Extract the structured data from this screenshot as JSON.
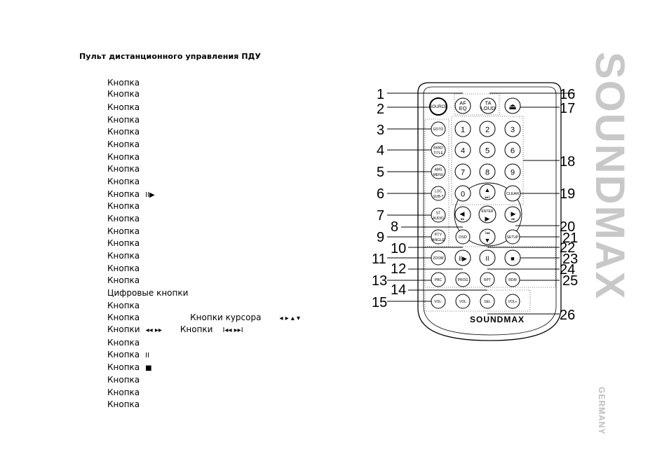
{
  "heading": "Пульт дистанционного управления   ПДУ",
  "rows": [
    {
      "left": "Кнопка"
    },
    {
      "left": "Кнопка"
    },
    {
      "left": "Кнопка"
    },
    {
      "left": "Кнопка"
    },
    {
      "left": "Кнопка"
    },
    {
      "left": "Кнопка"
    },
    {
      "left": "Кнопка"
    },
    {
      "left": "Кнопка"
    },
    {
      "left": "Кнопка"
    },
    {
      "left": "Кнопка",
      "sym": "II▶"
    },
    {
      "left": "Кнопка"
    },
    {
      "left": "Кнопка"
    },
    {
      "left": "Кнопка"
    },
    {
      "left": "Кнопка"
    },
    {
      "left": "Кнопка"
    },
    {
      "left": "Кнопка"
    },
    {
      "left": "Кнопка"
    },
    {
      "left": "Цифровые кнопки"
    },
    {
      "left": "Кнопка"
    },
    {
      "left": "Кнопка",
      "mid": "Кнопки   курсора",
      "arrows": "◂     ▸     ▴     ▾"
    },
    {
      "left": "Кнопки",
      "sym": "◂◂    ▸▸",
      "mid": "Кнопки",
      "sym2": "I◂◂   ▸▸I"
    },
    {
      "left": "Кнопка"
    },
    {
      "left": "Кнопка",
      "sym": "II"
    },
    {
      "left": "Кнопка",
      "sym": "■"
    },
    {
      "left": "Кнопка"
    },
    {
      "left": "Кнопка"
    },
    {
      "left": "Кнопка"
    }
  ],
  "remote": {
    "brand": "SOUNDMAX",
    "buttons": {
      "af_eq": [
        "AF",
        "EQ"
      ],
      "ta_loud": [
        "TA",
        "LOUD"
      ],
      "source": "SOURCE",
      "goto": "GOTO",
      "band_title": [
        "BAND",
        "TITLE"
      ],
      "ams_menu": [
        "AMS",
        "MENU"
      ],
      "loc_sub": [
        "LOC",
        "SUB-T"
      ],
      "st_audio": [
        "ST",
        "AUDIO"
      ],
      "pty_angle": [
        "PTY",
        "ANGLE"
      ],
      "osd": "OSD",
      "clear": "CLEAR",
      "enter": "ENTER",
      "setup": "SETUP",
      "zoom": "ZOOM",
      "pbc": "PBC",
      "prog": "PROG",
      "rpt": "RPT",
      "rdm": "RDM",
      "volm": "VOL-",
      "vol": "VOL",
      "sel": "SEL",
      "volp": "VOL+",
      "digits": [
        "1",
        "2",
        "3",
        "4",
        "5",
        "6",
        "7",
        "8",
        "9",
        "0"
      ]
    },
    "callouts": [
      "1",
      "2",
      "3",
      "4",
      "5",
      "6",
      "7",
      "8",
      "9",
      "10",
      "11",
      "12",
      "13",
      "14",
      "15",
      "16",
      "17",
      "18",
      "19",
      "20",
      "21",
      "22",
      "23",
      "24",
      "25",
      "26"
    ]
  },
  "side_brand": {
    "name": "SOUNDMAX",
    "country": "GERMANY"
  }
}
